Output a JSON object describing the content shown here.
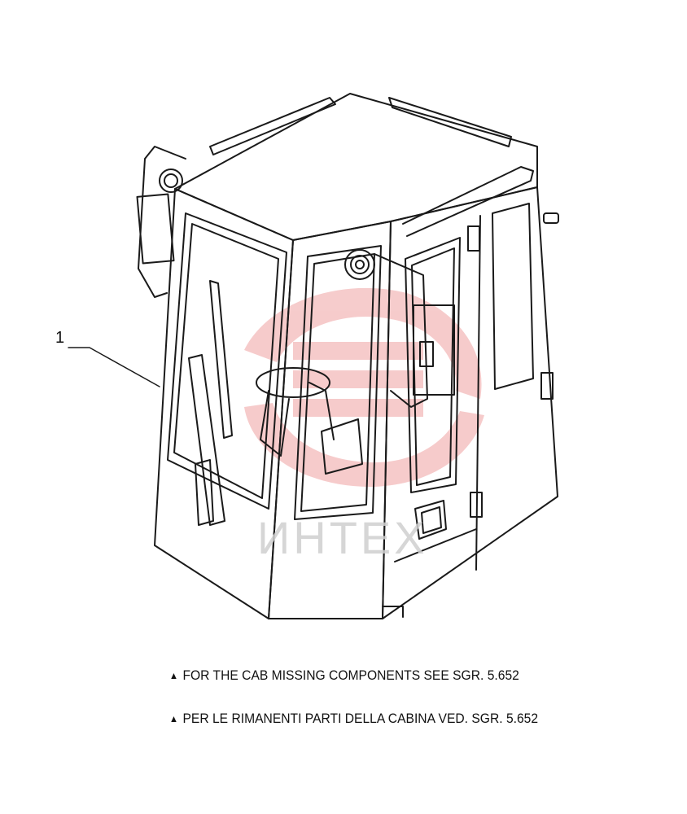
{
  "callout": {
    "number": "1"
  },
  "watermark": {
    "text": "ИНТЕХ",
    "color": "#e05050"
  },
  "notes": [
    {
      "marker": "▲",
      "text": "FOR THE CAB MISSING COMPONENTS SEE SGR. 5.652"
    },
    {
      "marker": "▲",
      "text": "PER LE RIMANENTI PARTI DELLA CABINA VED. SGR. 5.652"
    }
  ]
}
